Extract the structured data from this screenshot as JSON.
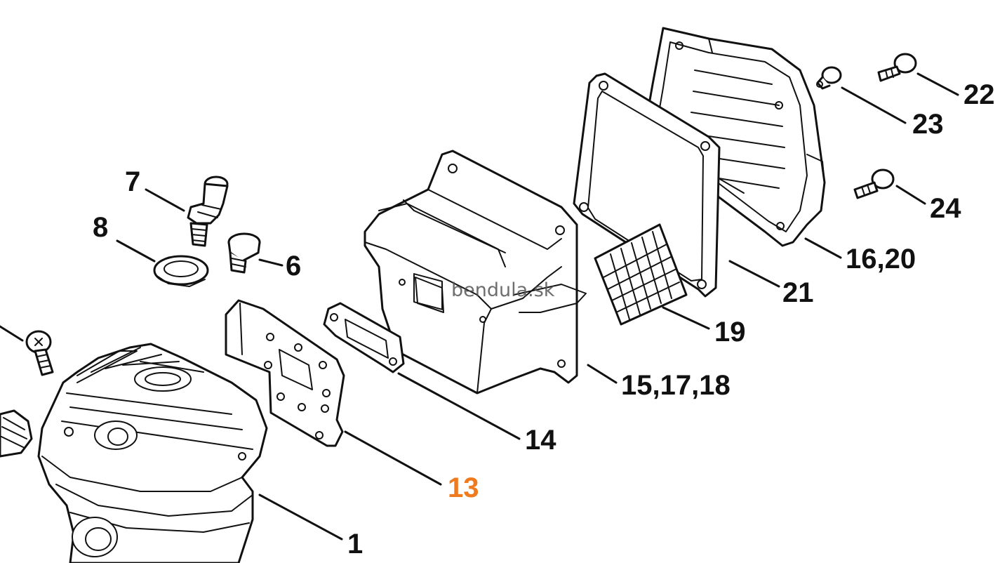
{
  "watermark": "bendula.sk",
  "colors": {
    "highlight": "#F07A1E",
    "line": "#111111",
    "background": "#FFFFFF"
  },
  "labels": {
    "l1": "1",
    "l6": "6",
    "l7": "7",
    "l8": "8",
    "l13": "13",
    "l14": "14",
    "l15": "15,17,18",
    "l16": "16,20",
    "l19": "19",
    "l21": "21",
    "l22": "22",
    "l23": "23",
    "l24": "24"
  },
  "highlighted_part": "13"
}
